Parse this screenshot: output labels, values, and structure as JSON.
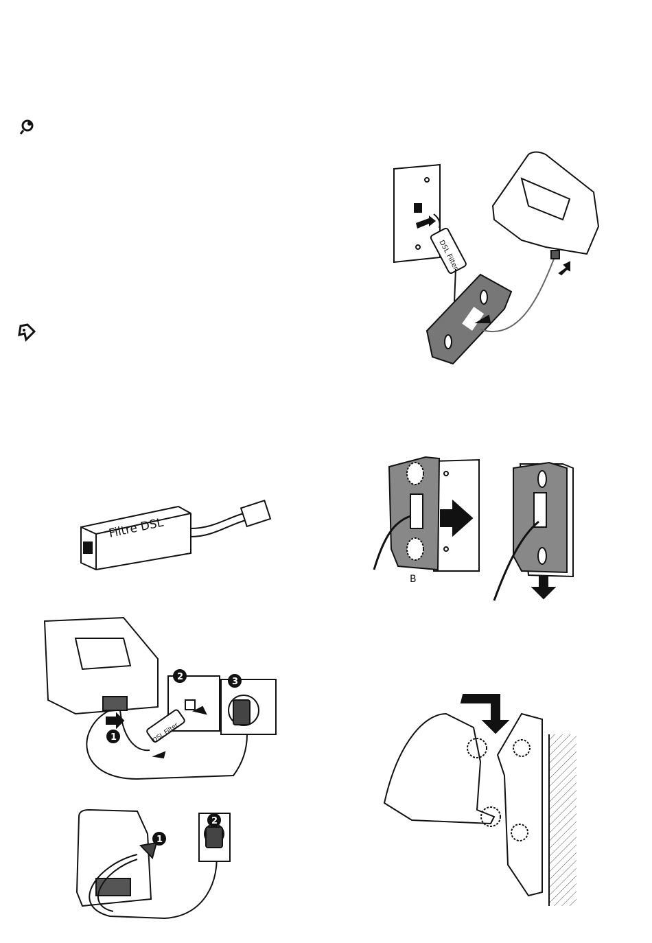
{
  "icons": {
    "note": "note-icon",
    "tip": "tip-icon"
  },
  "figures": {
    "wall_dsl": {
      "filter_label": "DSL Filter"
    },
    "dsl_filter": {
      "label": "Filtre DSL"
    },
    "wall_plate": {
      "callout": "B"
    },
    "connect_dsl": {
      "steps": [
        "1",
        "2",
        "3"
      ],
      "filter_label": "DSL Filter"
    },
    "connect_basic": {
      "steps": [
        "1",
        "2"
      ]
    }
  }
}
